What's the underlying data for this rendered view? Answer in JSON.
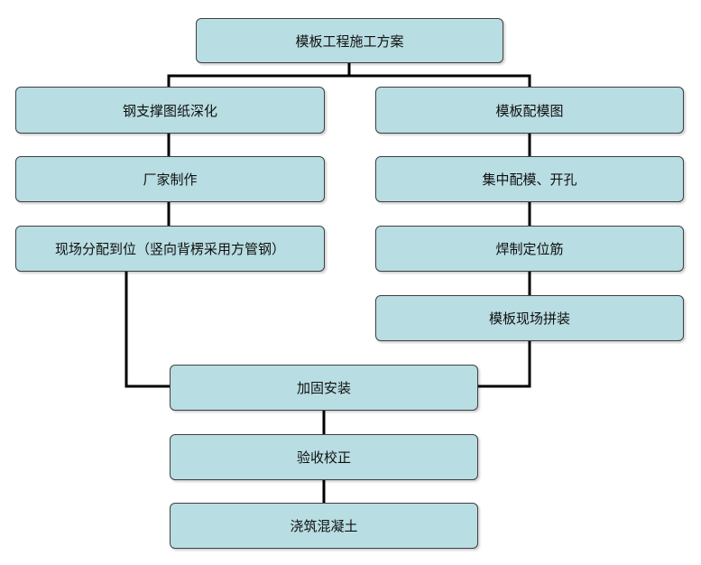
{
  "nodes": {
    "top": "模板工程施工方案",
    "left_1": "钢支撑图纸深化",
    "left_2": "厂家制作",
    "left_3": "现场分配到位（竖向背楞采用方管钢）",
    "right_1": "模板配模图",
    "right_2": "集中配模、开孔",
    "right_3": "焊制定位筋",
    "right_4": "模板现场拼装",
    "center_1": "加固安装",
    "center_2": "验收校正",
    "center_3": "浇筑混凝土"
  },
  "colors": {
    "box_fill": "#b8dde2",
    "box_border": "#3f3f3f",
    "connector": "#000000",
    "text": "#111111"
  }
}
